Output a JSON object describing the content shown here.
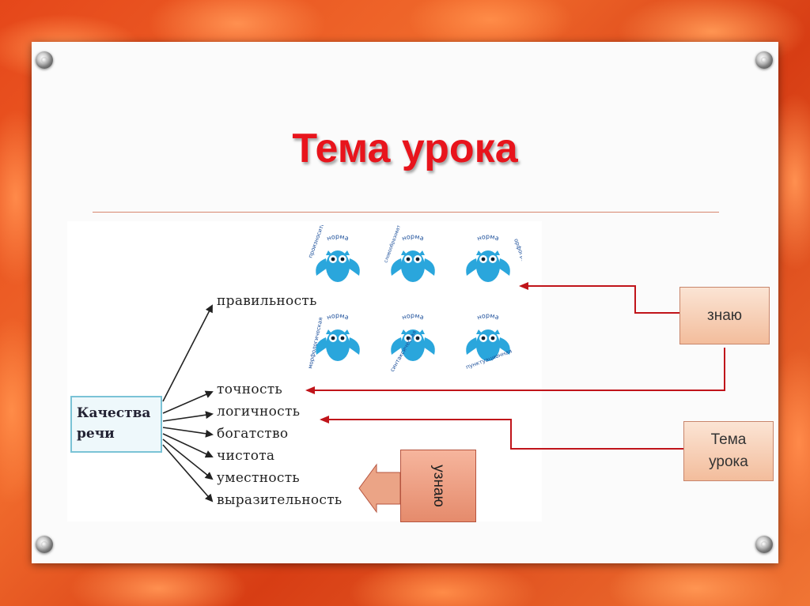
{
  "slide": {
    "title": "Тема урока"
  },
  "diagram": {
    "root": {
      "line1": "Качества",
      "line2": "речи"
    },
    "qualities": [
      "правильность",
      "точность",
      "логичность",
      "богатство",
      "чистота",
      "уместность",
      "выразительность"
    ],
    "owls": [
      {
        "top": "норма",
        "side": "произносительная"
      },
      {
        "top": "норма",
        "side": "словообразовательная"
      },
      {
        "top": "норма",
        "side": "орфографическая"
      },
      {
        "top": "норма",
        "side": "морфологическая"
      },
      {
        "top": "норма",
        "side": "синтаксическая"
      },
      {
        "top": "норма",
        "side": "пунктуационная"
      }
    ],
    "owl_color": "#2aa6dc"
  },
  "tags": {
    "know": "знаю",
    "topic_line1": "Тема",
    "topic_line2": "урока",
    "learn": "узнаю"
  },
  "colors": {
    "title": "#e8141c",
    "connector": "#c0141a",
    "tag_fill": "#f3bd9c"
  }
}
